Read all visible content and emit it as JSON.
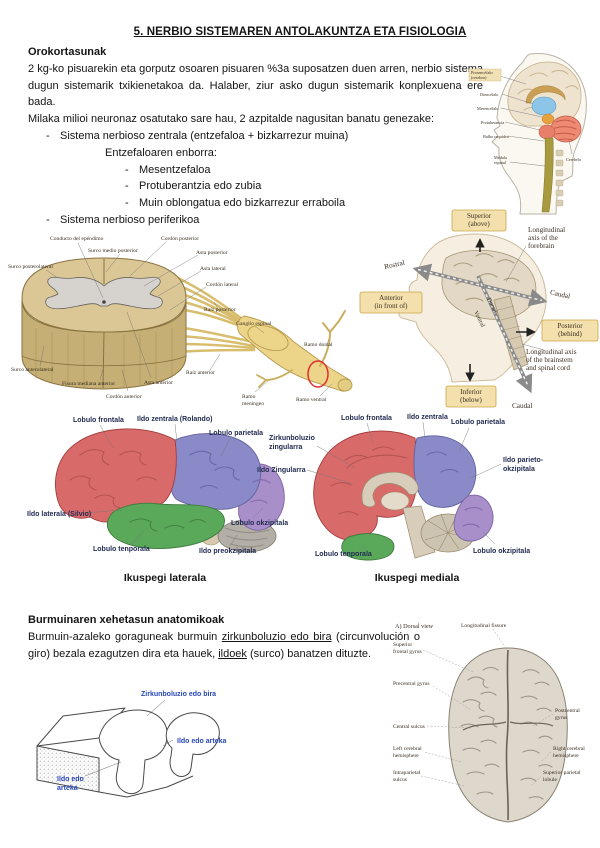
{
  "page": {
    "title": "5. NERBIO SISTEMAREN ANTOLAKUNTZA ETA FISIOLOGIA"
  },
  "section_general": {
    "heading": "Orokortasunak",
    "para1": "2 kg-ko pisuarekin eta gorputz osoaren pisuaren %3a suposatzen duen arren, nerbio sistema dugun sistemarik txikienetakoa da. Halaber, ziur asko dugun sistemarik konplexuena ere bada.",
    "para2": "Milaka milioi neuronaz osatutako sare hau, 2 azpitalde nagusitan banatu genezake:",
    "bullet1": "Sistema nerbioso zentrala (entzefaloa + bizkarrezur muina)",
    "sub_heading": "Entzefaloaren enborra:",
    "sub_bullets": [
      "Mesentzefaloa",
      "Protuberantzia edo zubia",
      "Muin oblongatua edo bizkarrezur erraboila"
    ],
    "bullet2": "Sistema nerbioso periferikoa"
  },
  "fig_head": {
    "labels": {
      "prosencefalo": "Prosencéfalo\n(cerebro)",
      "diencefalo": "Diencéfalo",
      "mesencefalo": "Mesencéfalo",
      "protuberancia": "Protuberancia",
      "bulbo": "Bulbo raquídeo",
      "medula": "Médula\nespinal",
      "cerebelo": "Cerebelo"
    }
  },
  "fig_spinal": {
    "labels": {
      "conducto": "Conducto del epéndimo",
      "surco_medio": "Surco medio posterior",
      "surco_postlat": "Surco posterolateral",
      "cordon_post": "Cordón posterior",
      "asta_post": "Asta posterior",
      "asta_lat": "Asta lateral",
      "cordon_lat": "Cordón lateral",
      "raiz_post": "Raíz posterior",
      "ganglio": "Ganglio espinal",
      "ramo_dorsal": "Ramo dorsal",
      "raiz_ant": "Raíz anterior",
      "ramo_meningeo": "Ramo\nmeníngeo",
      "ramo_ventral": "Ramo ventral",
      "surco_antlat": "Surco anterolateral",
      "fisura": "Fisura mediana anterior",
      "cordon_ant": "Cordón anterior",
      "asta_ant": "Asta anterior"
    }
  },
  "fig_axes": {
    "boxes": {
      "superior": "Superior\n(above)",
      "anterior": "Anterior\n(in front of)",
      "posterior": "Posterior\n(behind)",
      "inferior": "Inferior\n(below)"
    },
    "labels": {
      "rostral": "Rostral",
      "caudal_upper": "Caudal",
      "caudal_lower": "Caudal",
      "dorsal": "Dorsal",
      "ventral": "Ventral",
      "axis_forebrain": "Longitudinal\naxis of the\nforebrain",
      "axis_brainstem": "Longitudinal axis\nof the brainstem\nand spinal cord"
    }
  },
  "fig_lateral": {
    "caption": "Ikuspegi laterala",
    "labels": {
      "frontala": "Lobulo frontala",
      "zentrala": "Ildo zentrala (Rolando)",
      "parietala": "Lobulo parietala",
      "laterala": "Ildo laterala (Silvio)",
      "tenporala": "Lobulo tenporala",
      "okzipitala": "Lobulo okzipitala",
      "preokzipitala": "Ildo preokzipitala"
    }
  },
  "fig_medial": {
    "caption": "Ikuspegi mediala",
    "labels": {
      "frontala": "Lobulo frontala",
      "zentrala": "Ildo zentrala",
      "parietala": "Lobulo parietala",
      "zirkunboluzio": "Zirkunboluzio\nzingularra",
      "ildo_zingularra": "Ildo Zingularra",
      "parieto_okzipitala": "Ildo parieto-\nokzipitala",
      "okzipitala": "Lobulo okzipitala",
      "tenporala": "Lobulo tenporala"
    }
  },
  "section_detail": {
    "heading": "Burmuinaren xehetasun anatomikoak",
    "seg1": "Burmuin-azaleko goraguneak burmuin ",
    "seg2": "zirkunboluzio edo bira",
    "seg3": " (circunvolución o giro) bezala ezagutzen dira eta hauek, ",
    "seg4": "ildoek",
    "seg5": " (surco) banatzen dituzte."
  },
  "fig_cortex": {
    "labels": {
      "zirkunboluzio": "Zirkunboluzio edo bira",
      "ildo_right": "Ildo edo arteka",
      "ildo_bottom": "Ildo edo\narteka"
    }
  },
  "fig_dorsal": {
    "labels": {
      "view": "A) Dorsal view",
      "long_fissure": "Longitudinal fissure",
      "sup_frontal": "Superior\nfrontal gyrus",
      "precentral": "Precentral gyrus",
      "central_sulcus": "Central sulcus",
      "left_hemi": "Left cerebral\nhemisphere",
      "intraparietal": "Intraparietal\nsulcus",
      "postcentral": "Postcentral\ngyrus",
      "right_hemi": "Right cerebral\nhemisphere",
      "sup_parietal": "Superior parietal\nlobule"
    }
  }
}
